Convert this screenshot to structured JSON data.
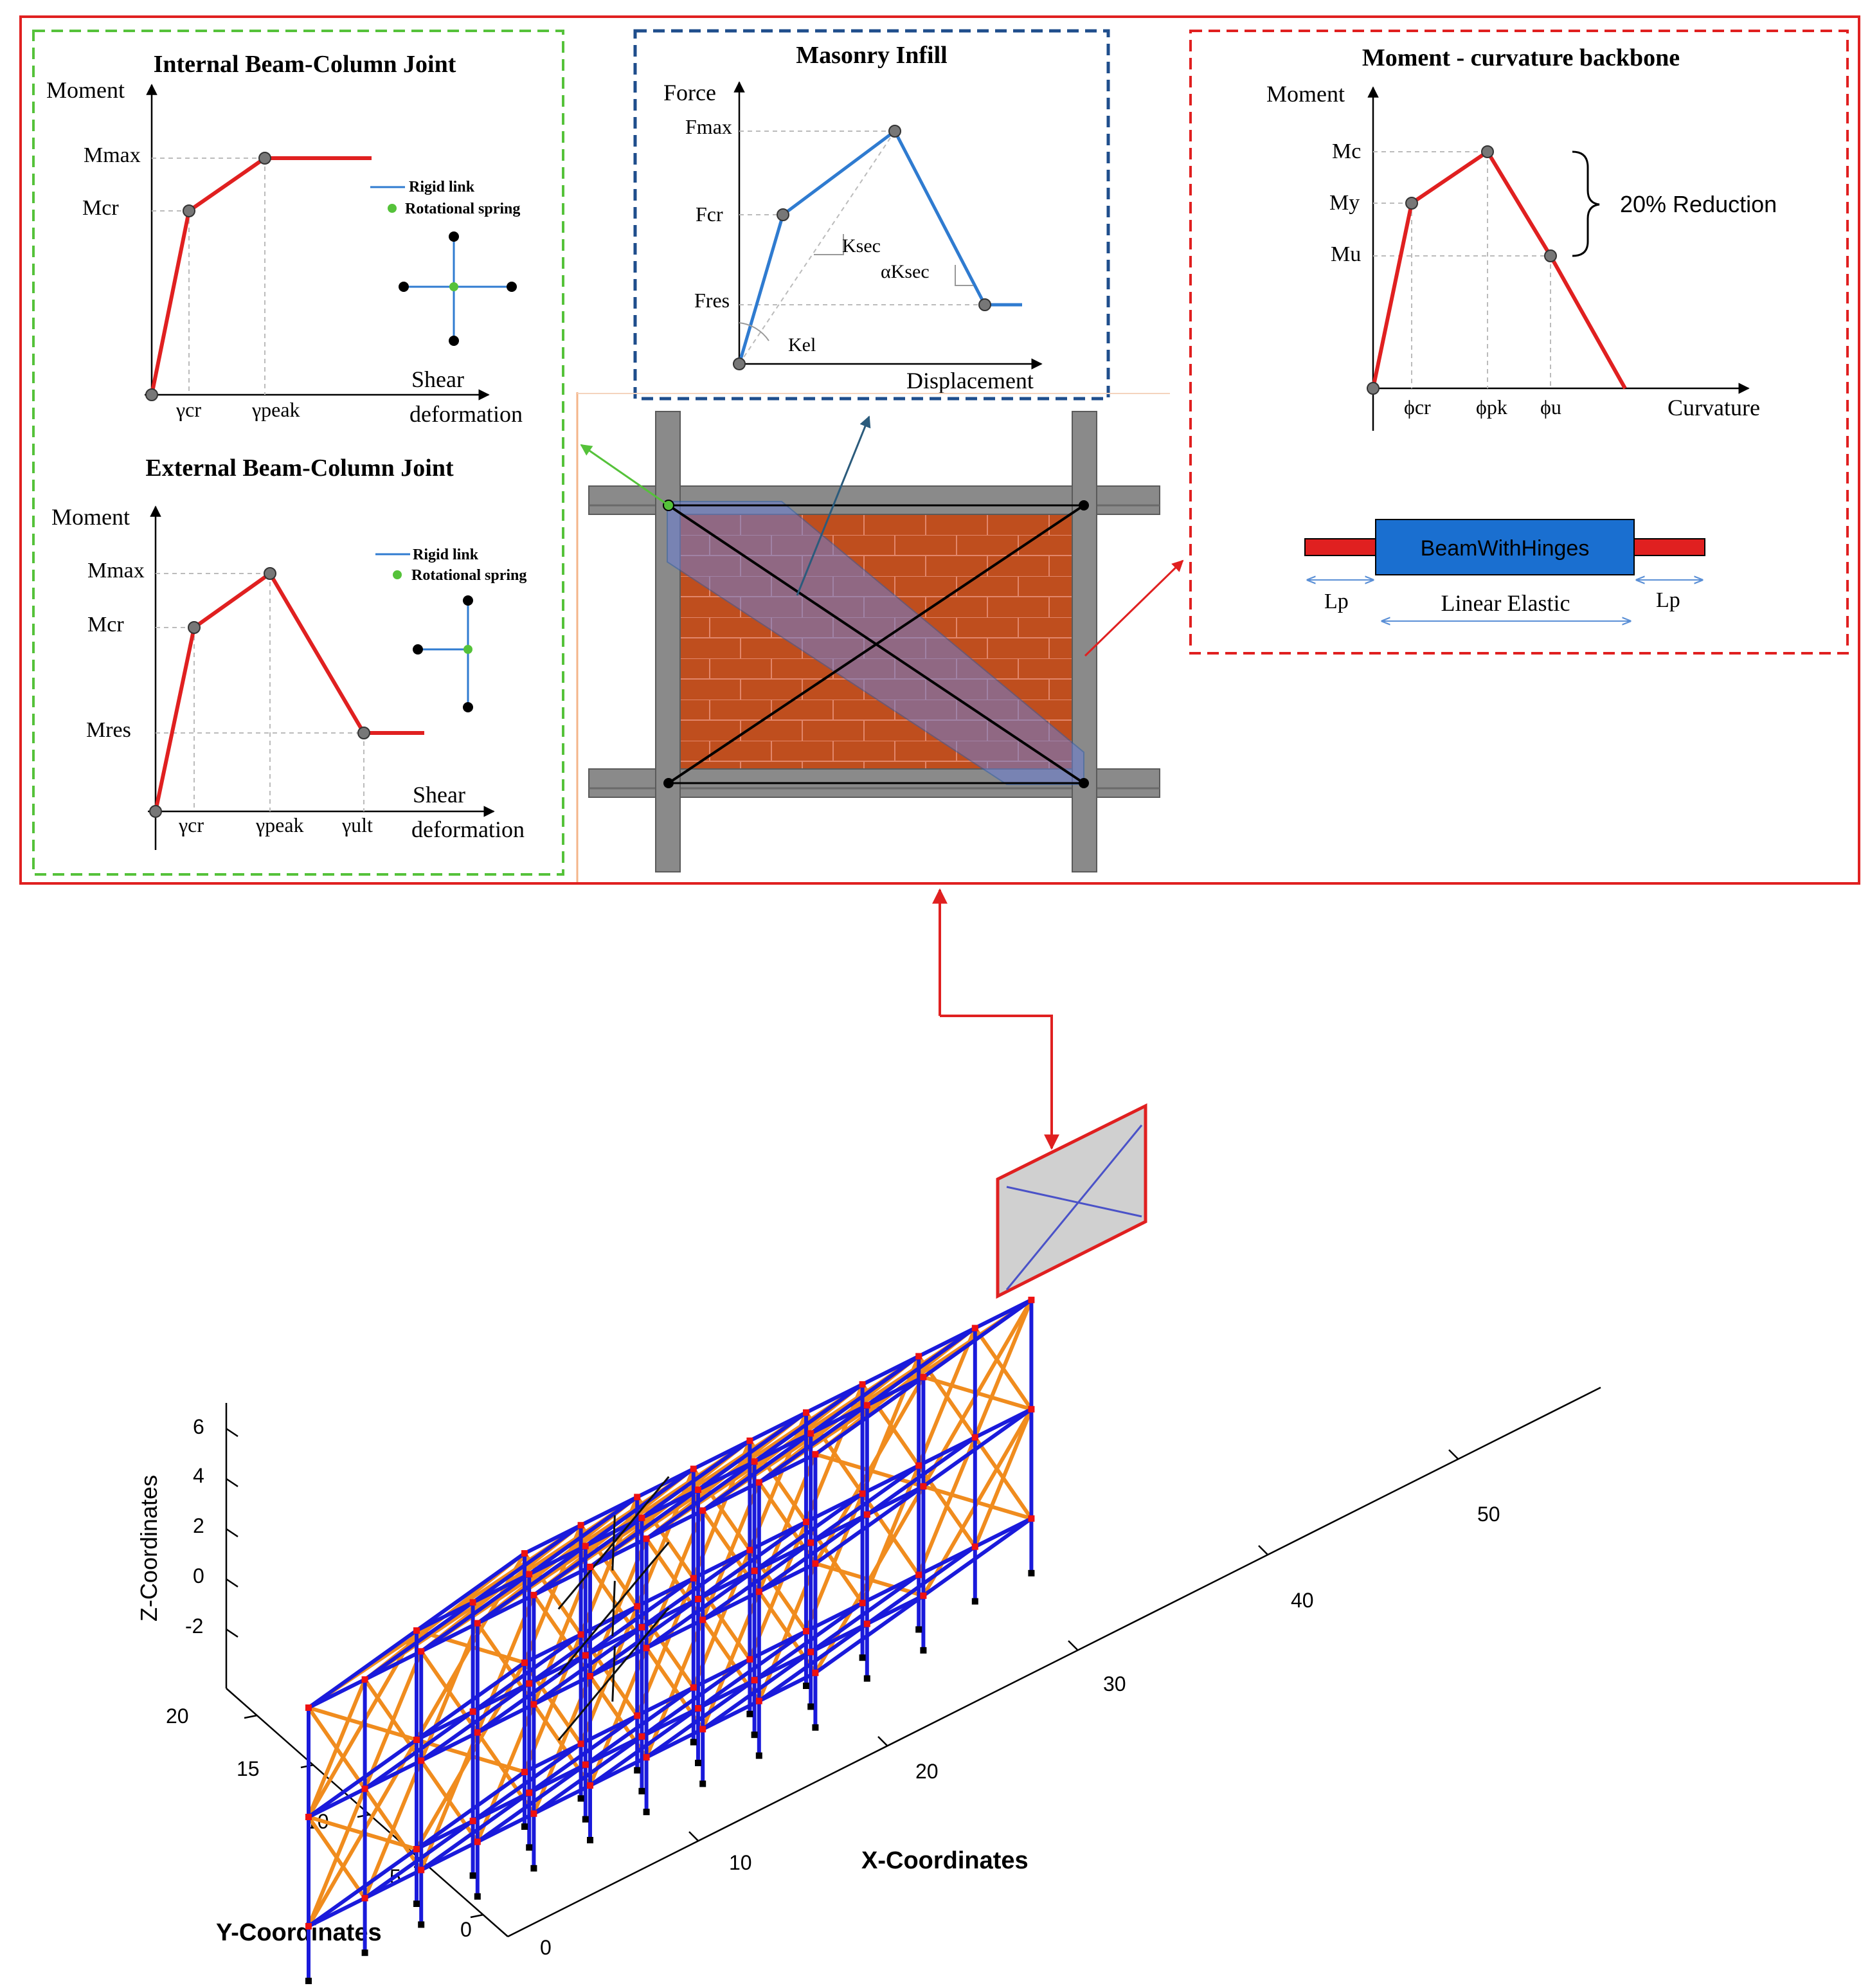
{
  "colors": {
    "red": "#e02020",
    "green": "#55c23a",
    "navy": "#1f4e8c",
    "blue": "#1a1adb",
    "orange": "#f08c1e",
    "curve_blue": "#2f7bd0",
    "brick": "#c3501e",
    "concrete": "#8c8c8c",
    "node": "#777777"
  },
  "internal_joint": {
    "title": "Internal Beam-Column Joint",
    "ylabel": "Moment",
    "xlabel_1": "Shear",
    "xlabel_2": "deformation",
    "y_ticks": [
      "Mmax",
      "Mcr"
    ],
    "x_ticks": [
      "γcr",
      "γpeak"
    ],
    "legend_link": "Rigid link",
    "legend_spring": "Rotational spring"
  },
  "external_joint": {
    "title": "External Beam-Column Joint",
    "ylabel": "Moment",
    "xlabel_1": "Shear",
    "xlabel_2": "deformation",
    "y_ticks": [
      "Mmax",
      "Mcr",
      "Mres"
    ],
    "x_ticks": [
      "γcr",
      "γpeak",
      "γult"
    ],
    "legend_link": "Rigid link",
    "legend_spring": "Rotational spring"
  },
  "infill": {
    "title": "Masonry Infill",
    "ylabel": "Force",
    "xlabel": "Displacement",
    "y_ticks": [
      "Fmax",
      "Fcr",
      "Fres"
    ],
    "stiffness_labels": [
      "Ksec",
      "αKsec",
      "Kel"
    ]
  },
  "moment_curvature": {
    "title": "Moment - curvature backbone",
    "ylabel": "Moment",
    "xlabel": "Curvature",
    "y_ticks": [
      "Mc",
      "My",
      "Mu"
    ],
    "x_ticks": [
      "ϕcr",
      "ϕpk",
      "ϕu"
    ],
    "reduction_label": "20% Reduction",
    "element_label": "BeamWithHinges",
    "hinge_label_left": "Lp",
    "hinge_label_right": "Lp",
    "elastic_label": "Linear Elastic"
  },
  "model_3d": {
    "x_axis_label": "X-Coordinates",
    "y_axis_label": "Y-Coordinates",
    "z_axis_label": "Z-Coordinates",
    "x_ticks": [
      "0",
      "10",
      "20",
      "30",
      "40",
      "50"
    ],
    "y_ticks": [
      "0",
      "5",
      "10",
      "15",
      "20"
    ],
    "z_ticks": [
      "6",
      "4",
      "2",
      "0",
      "-2"
    ]
  }
}
